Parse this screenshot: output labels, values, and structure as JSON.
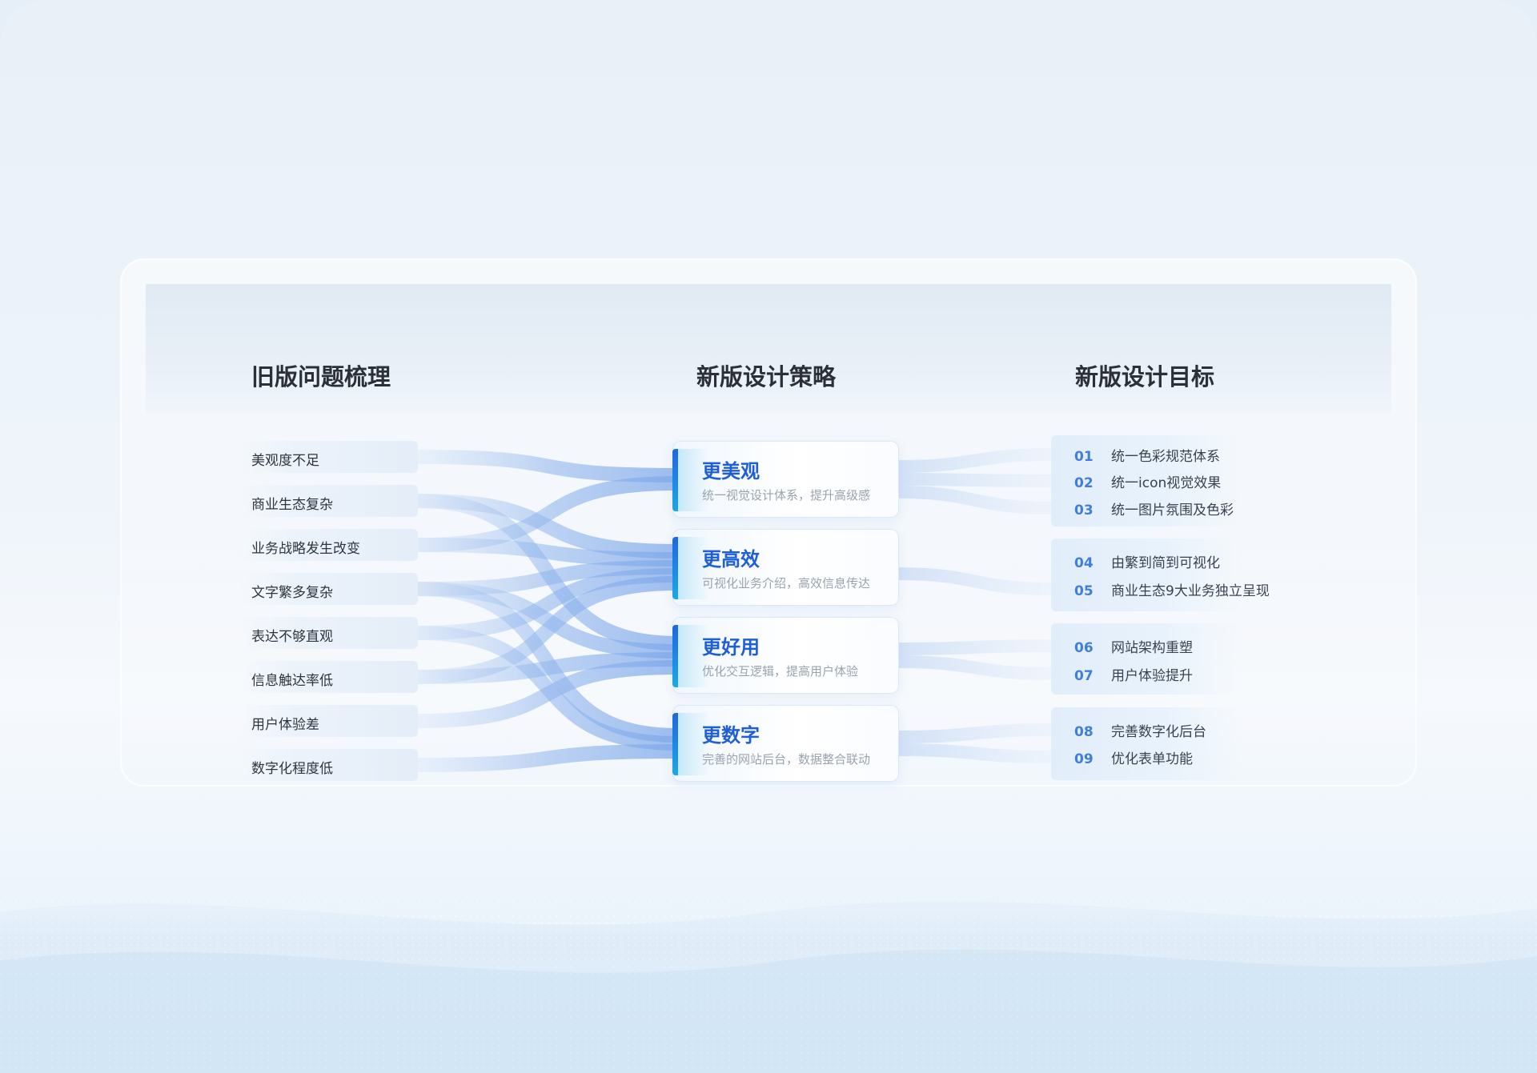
{
  "columns": {
    "problems_title": "旧版问题梳理",
    "strategy_title": "新版设计策略",
    "goals_title": "新版设计目标"
  },
  "problems": [
    "美观度不足",
    "商业生态复杂",
    "业务战略发生改变",
    "文字繁多复杂",
    "表达不够直观",
    "信息触达率低",
    "用户体验差",
    "数字化程度低"
  ],
  "strategies": [
    {
      "title": "更美观",
      "desc": "统一视觉设计体系，提升高级感"
    },
    {
      "title": "更高效",
      "desc": "可视化业务介绍，高效信息传达"
    },
    {
      "title": "更好用",
      "desc": "优化交互逻辑，提高用户体验"
    },
    {
      "title": "更数字",
      "desc": "完善的网站后台，数据整合联动"
    }
  ],
  "goals": [
    {
      "num": "01",
      "text": "统一色彩规范体系"
    },
    {
      "num": "02",
      "text": "统一icon视觉效果"
    },
    {
      "num": "03",
      "text": "统一图片氛围及色彩"
    },
    {
      "num": "04",
      "text": "由繁到简到可视化"
    },
    {
      "num": "05",
      "text": "商业生态9大业务独立呈现"
    },
    {
      "num": "06",
      "text": "网站架构重塑"
    },
    {
      "num": "07",
      "text": "用户体验提升"
    },
    {
      "num": "08",
      "text": "完善数字化后台"
    },
    {
      "num": "09",
      "text": "优化表单功能"
    }
  ],
  "links_problem_to_strategy": [
    {
      "problem": 0,
      "strategy": 0
    },
    {
      "problem": 1,
      "strategy": 1
    },
    {
      "problem": 1,
      "strategy": 2
    },
    {
      "problem": 2,
      "strategy": 0
    },
    {
      "problem": 2,
      "strategy": 1
    },
    {
      "problem": 3,
      "strategy": 1
    },
    {
      "problem": 3,
      "strategy": 2
    },
    {
      "problem": 3,
      "strategy": 3
    },
    {
      "problem": 4,
      "strategy": 1
    },
    {
      "problem": 4,
      "strategy": 3
    },
    {
      "problem": 5,
      "strategy": 1
    },
    {
      "problem": 5,
      "strategy": 2
    },
    {
      "problem": 6,
      "strategy": 2
    },
    {
      "problem": 7,
      "strategy": 3
    }
  ],
  "links_strategy_to_goal": [
    {
      "strategy": 0,
      "goal": 0
    },
    {
      "strategy": 0,
      "goal": 1
    },
    {
      "strategy": 0,
      "goal": 2
    },
    {
      "strategy": 1,
      "goal": 3
    },
    {
      "strategy": 1,
      "goal": 4
    },
    {
      "strategy": 2,
      "goal": 5
    },
    {
      "strategy": 2,
      "goal": 6
    },
    {
      "strategy": 3,
      "goal": 7
    },
    {
      "strategy": 3,
      "goal": 8
    }
  ],
  "colors": {
    "flow": "#8fb6ee",
    "accent": "#1f5fd6",
    "goal_number": "#3f7fd8"
  }
}
